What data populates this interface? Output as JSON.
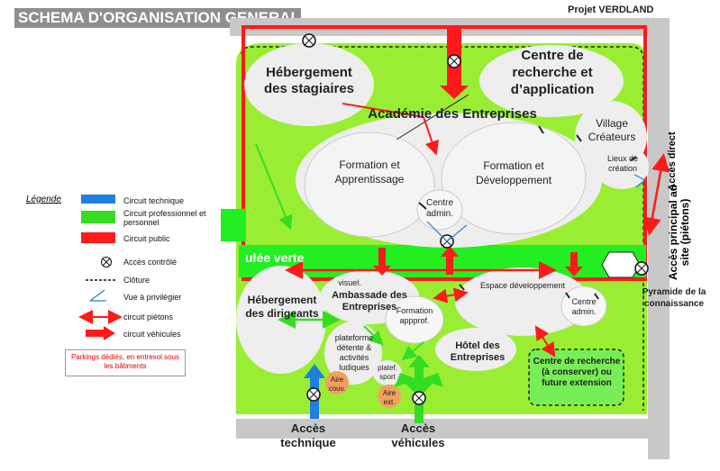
{
  "header": {
    "title": "SCHEMA D'ORGANISATION GENERALE",
    "project": "Projet VERDLAND"
  },
  "legend": {
    "title": "Légende",
    "items": [
      {
        "label": "Circuit technique",
        "color": "#1e7fe0"
      },
      {
        "label": "Circuit professionnel et personnel",
        "color": "#33dd22"
      },
      {
        "label": "Circuit public",
        "color": "#ff1a1a"
      },
      {
        "label": "Accès contrôlé"
      },
      {
        "label": "Clôture"
      },
      {
        "label": "Vue à privilégier"
      },
      {
        "label": "circuit piétons"
      },
      {
        "label": "circuit véhicules"
      }
    ],
    "parking_note": "Parkings dédiés, en entresol sous les bâtiments"
  },
  "zones": {
    "hebergement_stagiaires": "Hébergement des stagiaires",
    "centre_recherche": "Centre de recherche et d’application",
    "academie": "Académie des Entreprises",
    "village_createurs": "Village Créateurs",
    "lieux_creation": "Lieux de création",
    "formation_apprentissage": "Formation et Apprentissage",
    "formation_developpement": "Formation et Développement",
    "centre_admin": "Centre admin.",
    "coulee_verte": "ulée verte",
    "hebergement_dirigeants": "Hébergement des dirigeants",
    "visuel": "visuel.",
    "ambassade": "Ambassade des Entreprises",
    "formation_approf": "Formation appprof.",
    "espace_developpement": "Espace développement",
    "centre_admin_2": "Centre admin.",
    "plateforme_detente": "plateforme détente & activités ludiques",
    "plateforme_sport": "platef. sport",
    "aire_couv": "Aire couv.",
    "aire_ext": "Aire ext.",
    "hotel": "Hôtel des Entreprises",
    "centre_conserver": "Centre de recherche (à conserver) ou future extension",
    "pyramide": "Pyramide de la connaissance",
    "acces_direct": "Accès direct",
    "acces_principal": "Accès principal au site (piétons)",
    "acces_technique": "Accès technique",
    "acces_vehicules": "Accès véhicules"
  },
  "colors": {
    "green_field": "#99ee33",
    "green_band": "#22ee22",
    "public_red": "#ff1a1a",
    "technique_blue": "#1e7fe0",
    "road_grey": "#c8c8c8",
    "bubble": "#eeeeee"
  }
}
